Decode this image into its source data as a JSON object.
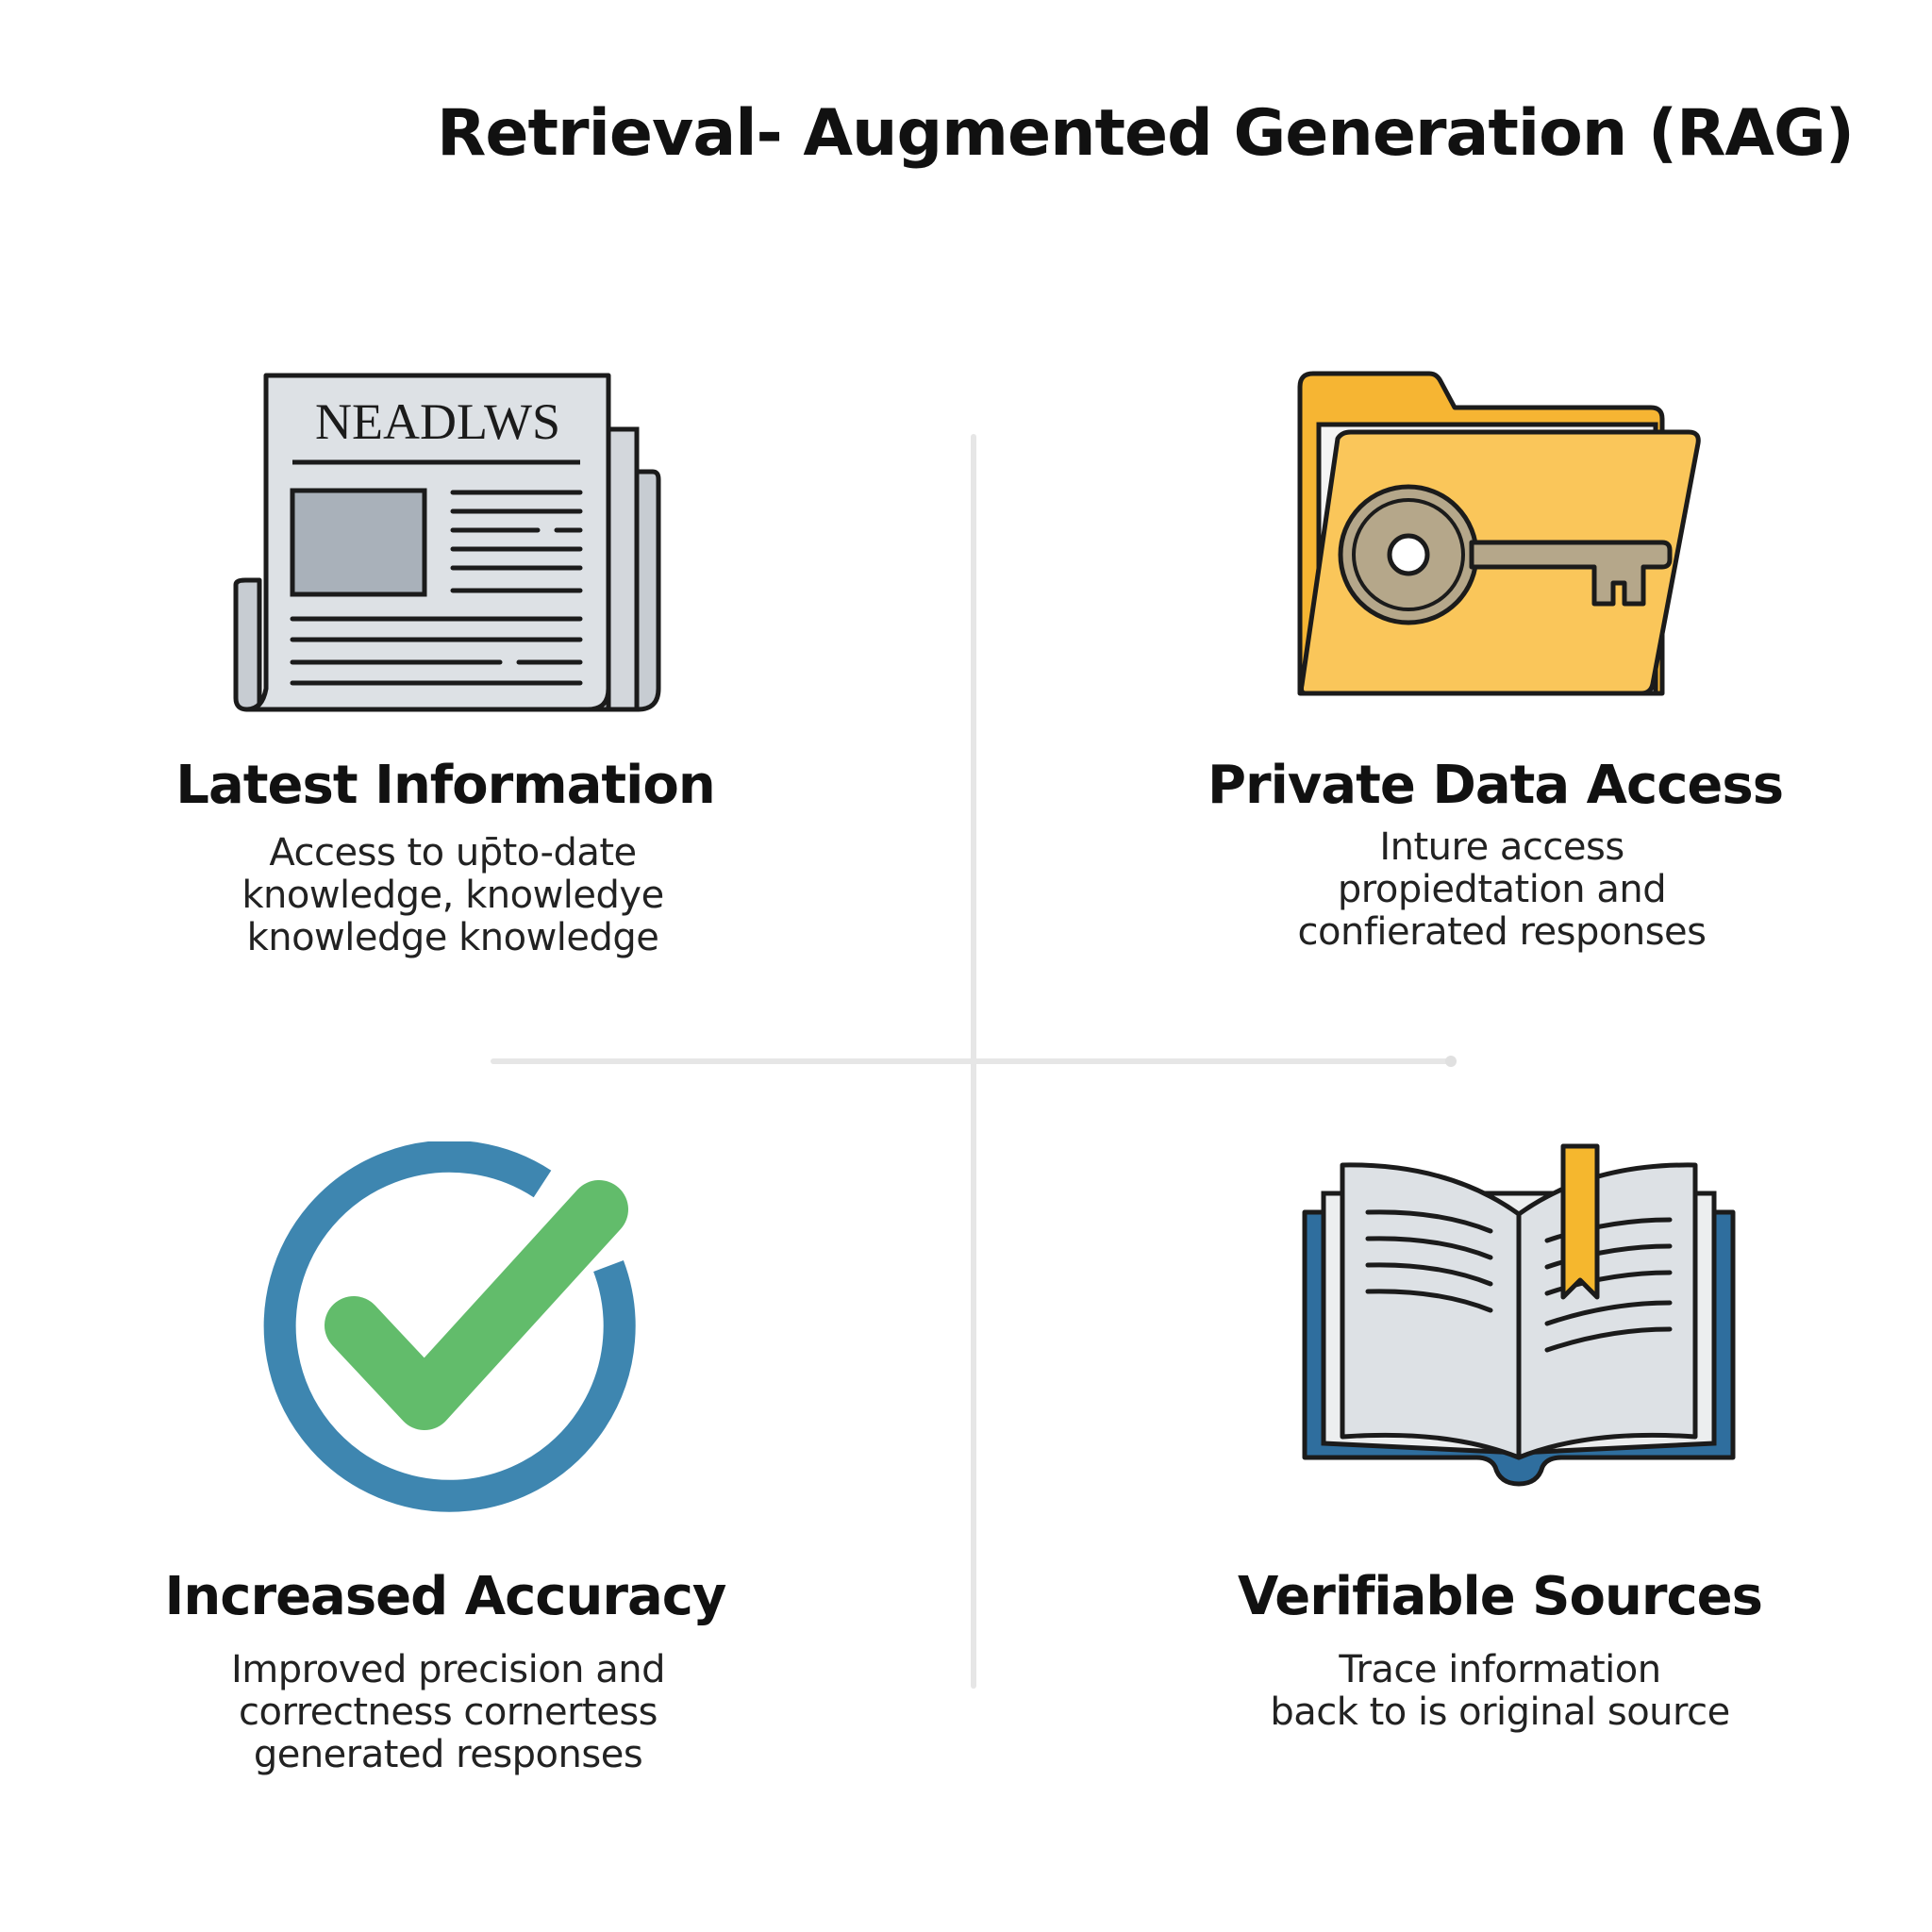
{
  "title": "Retrieval- Augmented Generation (RAG)",
  "quadrants": [
    {
      "heading": "Latest Information",
      "lines": [
        "Access to up̄to-date",
        "knowledge, knowledye",
        "knowledge knowledge"
      ],
      "icon": "newspaper-icon",
      "icon_text": "NEADLWS"
    },
    {
      "heading": "Private Data Access",
      "lines": [
        "Inture access",
        "propiedtation and",
        "confierated responses"
      ],
      "icon": "folder-key-icon"
    },
    {
      "heading": "Increased Accuracy",
      "lines": [
        "Improved precision and",
        "correctness cornertess",
        "generated responses"
      ],
      "icon": "check-circle-icon"
    },
    {
      "heading": "Verifiable Sources",
      "lines": [
        "Trace information",
        "back to is original source"
      ],
      "icon": "open-book-icon"
    }
  ],
  "colors": {
    "folder": "#F6B533",
    "folder_front": "#FAC65A",
    "key": "#B5A78A",
    "check_ring": "#3E86B0",
    "check_mark": "#62BC6B",
    "book_cover": "#2F6E9E",
    "bookmark": "#F5B72E",
    "paper": "#DDE1E5",
    "photo": "#A9B1BA"
  }
}
